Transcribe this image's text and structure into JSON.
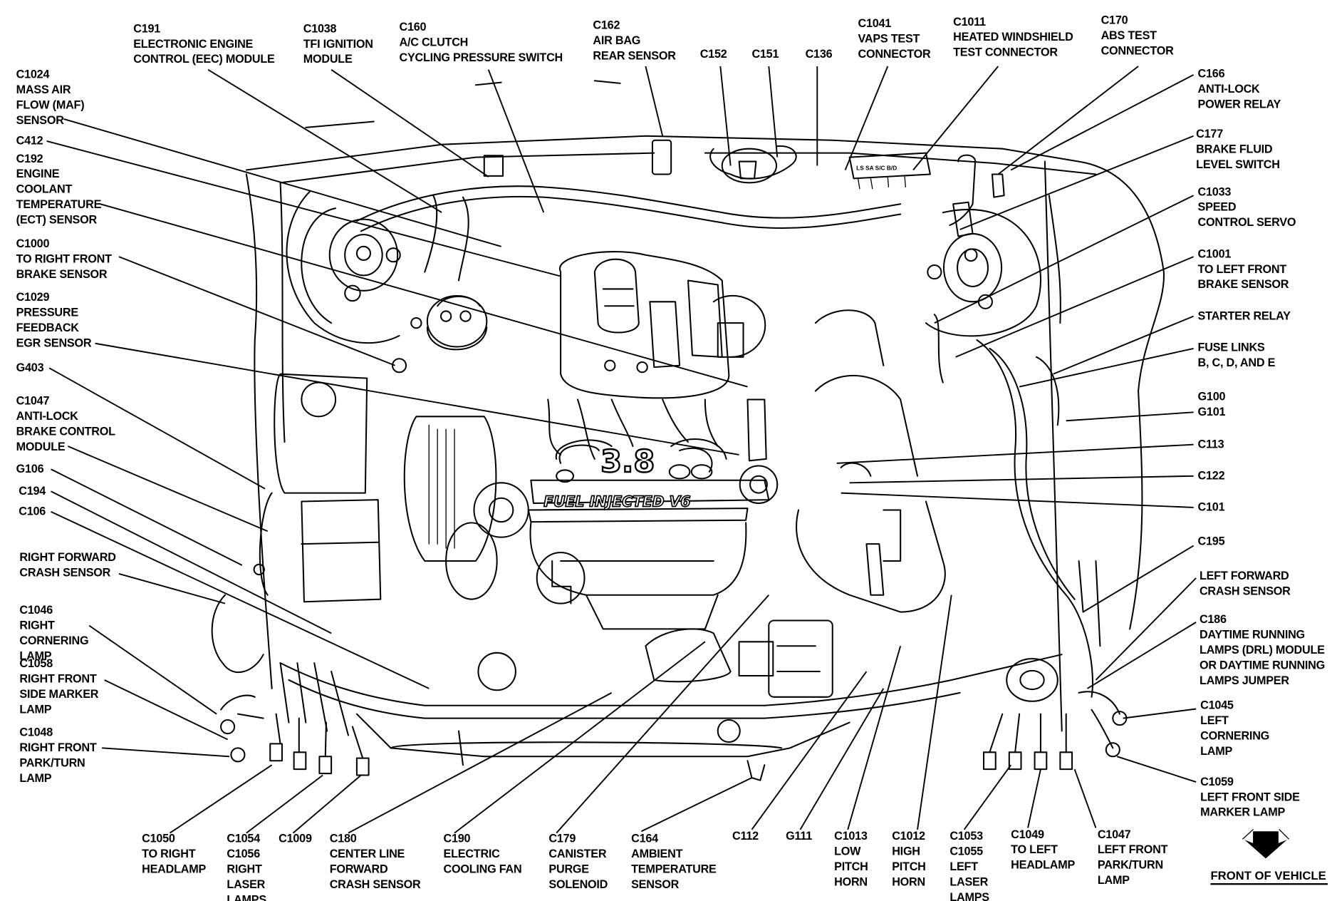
{
  "title": "Engine Compartment Connector Locations",
  "engine_badge": {
    "displacement": "3.8",
    "name": "FUEL INJECTED V6"
  },
  "fuse_box_tag": "LS  SA  S/C  B/D",
  "front_indicator": {
    "label": "FRONT OF VEHICLE",
    "icon": "arrow-down-icon"
  },
  "labels": {
    "top": [
      {
        "id": "c191",
        "lines": [
          "C191",
          "ELECTRONIC ENGINE",
          "CONTROL (EEC) MODULE"
        ]
      },
      {
        "id": "c1038",
        "lines": [
          "C1038",
          "TFI IGNITION",
          "MODULE"
        ]
      },
      {
        "id": "c160",
        "lines": [
          "C160",
          "A/C CLUTCH",
          "CYCLING PRESSURE SWITCH"
        ]
      },
      {
        "id": "c162",
        "lines": [
          "C162",
          "AIR BAG",
          "REAR SENSOR"
        ]
      },
      {
        "id": "c152",
        "lines": [
          "C152"
        ]
      },
      {
        "id": "c151",
        "lines": [
          "C151"
        ]
      },
      {
        "id": "c136",
        "lines": [
          "C136"
        ]
      },
      {
        "id": "c1041",
        "lines": [
          "C1041",
          "VAPS TEST",
          "CONNECTOR"
        ]
      },
      {
        "id": "c1011",
        "lines": [
          "C1011",
          "HEATED WINDSHIELD",
          "TEST CONNECTOR"
        ]
      },
      {
        "id": "c170",
        "lines": [
          "C170",
          "ABS TEST",
          "CONNECTOR"
        ]
      }
    ],
    "left": [
      {
        "id": "c1024",
        "lines": [
          "C1024",
          "MASS AIR",
          "FLOW (MAF)",
          "SENSOR"
        ]
      },
      {
        "id": "c412",
        "lines": [
          "C412"
        ]
      },
      {
        "id": "c192",
        "lines": [
          "C192",
          "ENGINE",
          "COOLANT",
          "TEMPERATURE",
          "(ECT) SENSOR"
        ]
      },
      {
        "id": "c1000",
        "lines": [
          "C1000",
          "TO RIGHT FRONT",
          "BRAKE SENSOR"
        ]
      },
      {
        "id": "c1029",
        "lines": [
          "C1029",
          "PRESSURE",
          "FEEDBACK",
          "EGR SENSOR"
        ]
      },
      {
        "id": "g403",
        "lines": [
          "G403"
        ]
      },
      {
        "id": "c1047-abs",
        "lines": [
          "C1047",
          "ANTI-LOCK",
          "BRAKE CONTROL",
          "MODULE"
        ]
      },
      {
        "id": "g106",
        "lines": [
          "G106"
        ]
      },
      {
        "id": "c194",
        "lines": [
          "C194"
        ]
      },
      {
        "id": "c106",
        "lines": [
          "C106"
        ]
      },
      {
        "id": "rfcs",
        "lines": [
          "RIGHT FORWARD",
          "CRASH SENSOR"
        ]
      },
      {
        "id": "c1046",
        "lines": [
          "C1046",
          "RIGHT",
          "CORNERING",
          "LAMP"
        ]
      },
      {
        "id": "c1058",
        "lines": [
          "C1058",
          "RIGHT FRONT",
          "SIDE MARKER",
          "LAMP"
        ]
      },
      {
        "id": "c1048",
        "lines": [
          "C1048",
          "RIGHT FRONT",
          "PARK/TURN",
          "LAMP"
        ]
      }
    ],
    "right": [
      {
        "id": "c166",
        "lines": [
          "C166",
          "ANTI-LOCK",
          "POWER RELAY"
        ]
      },
      {
        "id": "c177",
        "lines": [
          "C177",
          "BRAKE FLUID",
          "LEVEL SWITCH"
        ]
      },
      {
        "id": "c1033",
        "lines": [
          "C1033",
          "SPEED",
          "CONTROL SERVO"
        ]
      },
      {
        "id": "c1001",
        "lines": [
          "C1001",
          "TO LEFT FRONT",
          "BRAKE SENSOR"
        ]
      },
      {
        "id": "starter",
        "lines": [
          "STARTER RELAY"
        ]
      },
      {
        "id": "fuse-links",
        "lines": [
          "FUSE LINKS",
          "B, C, D, AND E"
        ]
      },
      {
        "id": "g100",
        "lines": [
          "G100",
          "G101"
        ]
      },
      {
        "id": "c113",
        "lines": [
          "C113"
        ]
      },
      {
        "id": "c122",
        "lines": [
          "C122"
        ]
      },
      {
        "id": "c101",
        "lines": [
          "C101"
        ]
      },
      {
        "id": "c195",
        "lines": [
          "C195"
        ]
      },
      {
        "id": "lfcs",
        "lines": [
          "LEFT FORWARD",
          "CRASH SENSOR"
        ]
      },
      {
        "id": "c186",
        "lines": [
          "C186",
          "DAYTIME RUNNING",
          "LAMPS (DRL) MODULE",
          "OR DAYTIME RUNNING",
          "LAMPS JUMPER"
        ]
      },
      {
        "id": "c1045",
        "lines": [
          "C1045",
          "LEFT",
          "CORNERING",
          "LAMP"
        ]
      },
      {
        "id": "c1059",
        "lines": [
          "C1059",
          "LEFT FRONT SIDE",
          "MARKER LAMP"
        ]
      }
    ],
    "bottom": [
      {
        "id": "c1050",
        "lines": [
          "C1050",
          "TO RIGHT",
          "HEADLAMP"
        ]
      },
      {
        "id": "c1054",
        "lines": [
          "C1054",
          "C1056",
          "RIGHT",
          "LASER",
          "LAMPS"
        ]
      },
      {
        "id": "c1009",
        "lines": [
          "C1009"
        ]
      },
      {
        "id": "c180",
        "lines": [
          "C180",
          "CENTER LINE",
          "FORWARD",
          "CRASH SENSOR"
        ]
      },
      {
        "id": "c190",
        "lines": [
          "C190",
          "ELECTRIC",
          "COOLING FAN"
        ]
      },
      {
        "id": "c179",
        "lines": [
          "C179",
          "CANISTER",
          "PURGE",
          "SOLENOID"
        ]
      },
      {
        "id": "c164",
        "lines": [
          "C164",
          "AMBIENT",
          "TEMPERATURE",
          "SENSOR"
        ]
      },
      {
        "id": "c112",
        "lines": [
          "C112"
        ]
      },
      {
        "id": "g111",
        "lines": [
          "G111"
        ]
      },
      {
        "id": "c1013",
        "lines": [
          "C1013",
          "LOW",
          "PITCH",
          "HORN"
        ]
      },
      {
        "id": "c1012",
        "lines": [
          "C1012",
          "HIGH",
          "PITCH",
          "HORN"
        ]
      },
      {
        "id": "c1053",
        "lines": [
          "C1053",
          "C1055",
          "LEFT",
          "LASER",
          "LAMPS"
        ]
      },
      {
        "id": "c1049",
        "lines": [
          "C1049",
          "TO LEFT",
          "HEADLAMP"
        ]
      },
      {
        "id": "c1047-lamp",
        "lines": [
          "C1047",
          "LEFT FRONT",
          "PARK/TURN",
          "LAMP"
        ]
      }
    ]
  }
}
